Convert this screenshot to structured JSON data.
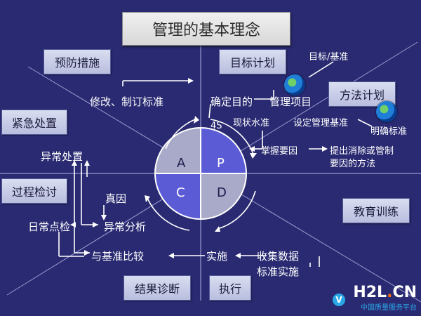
{
  "title": "管理的基本理念",
  "tags": {
    "prevention": "预防措施",
    "target_plan": "目标计划",
    "method_plan": "方法计划",
    "emergency": "紧急处置",
    "process_review": "过程检讨",
    "education": "教育训练",
    "result_diagnosis": "结果诊断",
    "execute": "执行"
  },
  "pdca": {
    "a": "A",
    "p": "P",
    "c": "C",
    "d": "D"
  },
  "texts": {
    "revise_standard": "修改、制订标准",
    "confirm_goal": "确定目的",
    "manage_item": "管理项目",
    "target_standard": "目标/基准",
    "clarify_standard": "明确标准",
    "four_s": "4S",
    "current_level": "现状水准",
    "set_standard": "设定管理基准",
    "grasp_factors": "掌握要因",
    "propose_method_1": "提出消除或管制",
    "propose_method_2": "要因的方法",
    "abnormal_handling": "异常处置",
    "true_cause": "真因",
    "daily_check": "日常点检",
    "abnormal_analysis": "异常分析",
    "compare_standard": "与基准比较",
    "implement": "实施",
    "collect_data": "收集数据",
    "standard_implement": "标准实施"
  },
  "logo": {
    "main": "H2L",
    "dot": ".",
    "cn": "CN",
    "sub": "中国质量服务平台",
    "badge": "V"
  },
  "colors": {
    "background": "#2a2a72",
    "quad_light": "#a9aac9",
    "quad_blue": "#5b5bd6"
  }
}
